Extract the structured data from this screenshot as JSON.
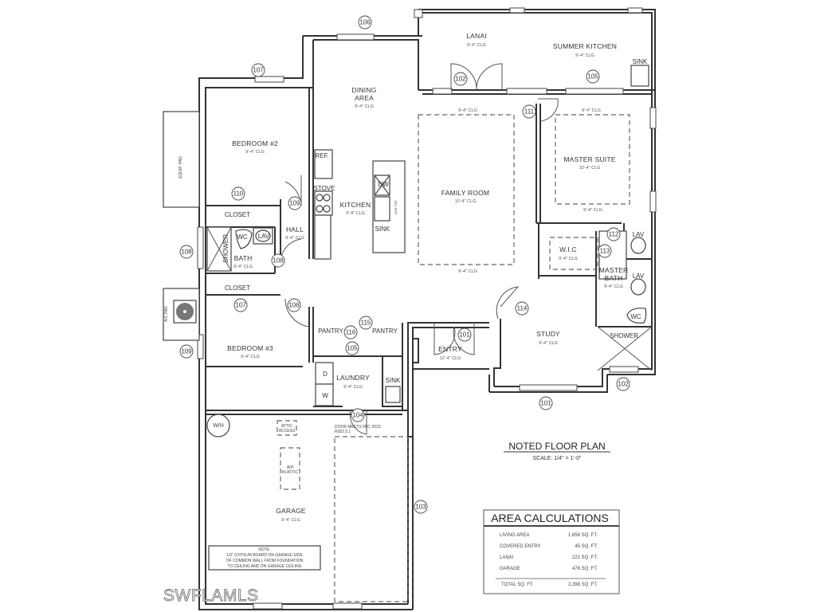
{
  "plan": {
    "title": "NOTED FLOOR PLAN",
    "scale": "SCALE: 1/4\" = 1'-0\"",
    "watermark": "SWFLAMLS"
  },
  "rooms": {
    "lanai": {
      "name": "LANAI",
      "clg": "9'-4\" CLG"
    },
    "summer_kitchen": {
      "name": "SUMMER KITCHEN",
      "clg": "9'-4\" CLG"
    },
    "dining": {
      "name1": "DINING",
      "name2": "AREA",
      "clg": "9'-4\" CLG"
    },
    "bedroom2": {
      "name": "BEDROOM #2",
      "clg": "9'-4\" CLG"
    },
    "kitchen": {
      "name": "KITCHEN",
      "clg": "9'-4\" CLG"
    },
    "family": {
      "name": "FAMILY ROOM",
      "clg": "10'-4\" CLG",
      "clg_top": "9'-4\" CLG",
      "clg_bottom": "9'-4\" CLG"
    },
    "master": {
      "name": "MASTER SUITE",
      "clg": "10'-4\" CLG",
      "clg_top": "9'-4\" CLG",
      "clg_bottom": "9'-4\" CLG"
    },
    "hall": {
      "name": "HALL",
      "clg": "9'-4\" CLG"
    },
    "bath": {
      "name": "BATH",
      "clg": "9'-4\" CLG"
    },
    "wic": {
      "name": "W.I.C",
      "clg": "9'-4\" CLG"
    },
    "master_bath": {
      "name1": "MASTER",
      "name2": "BATH",
      "clg": "9'-4\" CLG"
    },
    "bedroom3": {
      "name": "BEDROOM #3",
      "clg": "9'-4\" CLG"
    },
    "study": {
      "name": "STUDY",
      "clg": "9'-4\" CLG"
    },
    "entry": {
      "name": "ENTRY",
      "clg": "12'-4\" CLG"
    },
    "laundry": {
      "name": "LAUNDRY",
      "clg": "9'-4\" CLG"
    },
    "garage": {
      "name": "GARAGE",
      "clg": "9'-4\" CLG"
    }
  },
  "fixtures": {
    "ref": "REF.",
    "stove": "STOVE",
    "dw": "DW",
    "sink": "SINK",
    "closet": "CLOSET",
    "wc": "WC",
    "lav": "LAV",
    "shower": "SHOWER",
    "pantry": "PANTRY",
    "dryer": "D",
    "washer": "W",
    "wh": "W/H",
    "attic1": "ATTIC",
    "attic2": "ACCESS",
    "ah1": "A/H",
    "ah2": "IN ATTIC",
    "equip_pad": "EQUIP. PAD",
    "ac_pad": "A/C PAD",
    "bar": "BAR TOP",
    "door_note1": "DOOR MEETS FBC 2023",
    "door_note2": "R302.5.1"
  },
  "note": {
    "title": "NOTE:",
    "line1": "1/2\" GYPSUM BOARD ON GARAGE SIDE",
    "line2": "OF COMMON WALL FROM FOUNDATION",
    "line3": "TO CEILING AND ON GARAGE CEILING"
  },
  "tags": [
    "106",
    "107",
    "102",
    "105",
    "111",
    "110",
    "109",
    "108",
    "108",
    "107",
    "106",
    "115",
    "116",
    "105",
    "101",
    "104",
    "112",
    "113",
    "114",
    "102",
    "101",
    "109",
    "103"
  ],
  "area_calculations": {
    "title": "AREA CALCULATIONS",
    "rows": [
      {
        "label": "LIVING AREA",
        "value": "1,656 SQ. FT."
      },
      {
        "label": "COVERED ENTRY",
        "value": "45 SQ. FT."
      },
      {
        "label": "LANAI",
        "value": "221 SQ. FT."
      },
      {
        "label": "GARAGE",
        "value": "476 SQ. FT."
      }
    ],
    "total": {
      "label": "TOTAL SQ. FT.",
      "value": "2,398 SQ. FT."
    }
  }
}
